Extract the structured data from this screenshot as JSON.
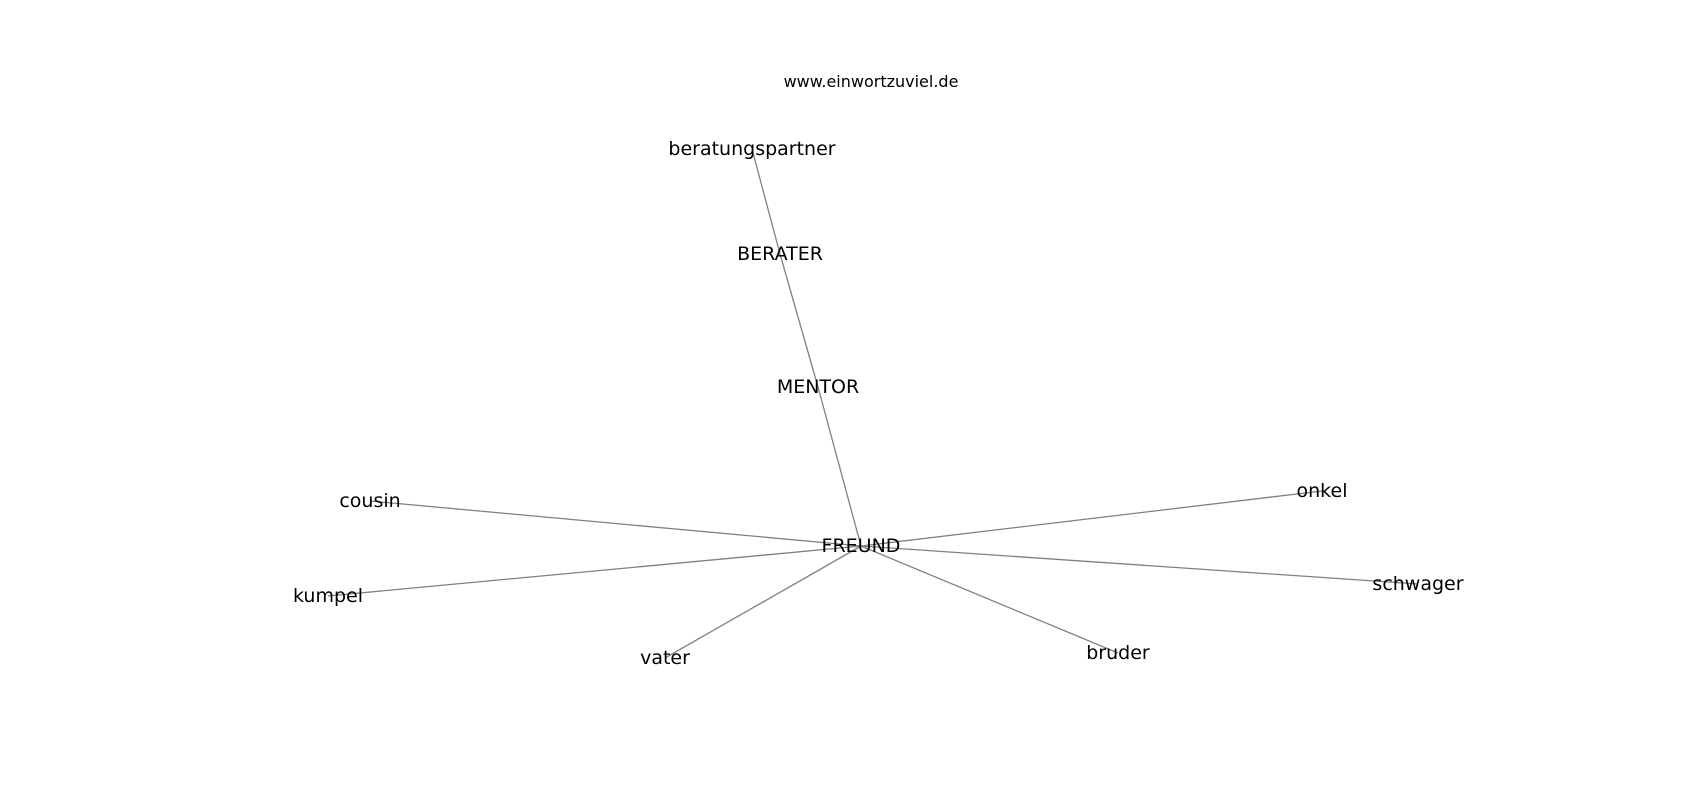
{
  "header": {
    "site": "www.einwortzuviel.de"
  },
  "graph": {
    "edge_color": "#808080",
    "text_color": "#000000",
    "nodes": [
      {
        "id": "beratungspartner",
        "label": "beratungspartner"
      },
      {
        "id": "berater",
        "label": "BERATER"
      },
      {
        "id": "mentor",
        "label": "MENTOR"
      },
      {
        "id": "freund",
        "label": "FREUND"
      },
      {
        "id": "cousin",
        "label": "cousin"
      },
      {
        "id": "onkel",
        "label": "onkel"
      },
      {
        "id": "kumpel",
        "label": "kumpel"
      },
      {
        "id": "schwager",
        "label": "schwager"
      },
      {
        "id": "vater",
        "label": "vater"
      },
      {
        "id": "bruder",
        "label": "bruder"
      }
    ],
    "edges": [
      {
        "source": "beratungspartner",
        "target": "berater"
      },
      {
        "source": "berater",
        "target": "mentor"
      },
      {
        "source": "mentor",
        "target": "freund"
      },
      {
        "source": "freund",
        "target": "cousin"
      },
      {
        "source": "freund",
        "target": "onkel"
      },
      {
        "source": "freund",
        "target": "kumpel"
      },
      {
        "source": "freund",
        "target": "schwager"
      },
      {
        "source": "freund",
        "target": "vater"
      },
      {
        "source": "freund",
        "target": "bruder"
      }
    ]
  }
}
